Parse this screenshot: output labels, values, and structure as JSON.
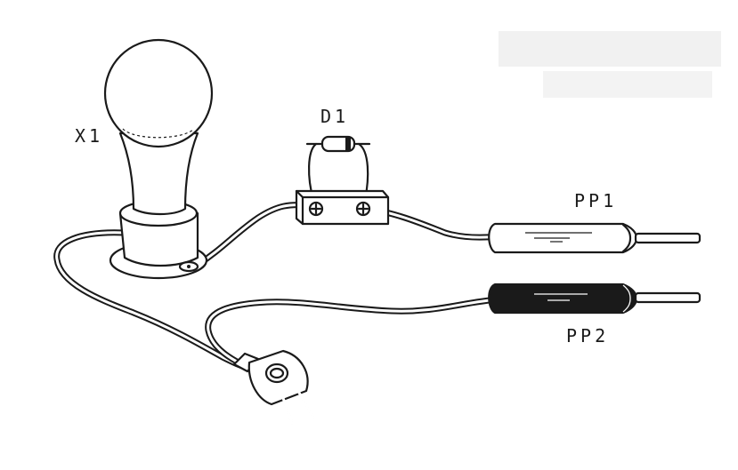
{
  "diagram": {
    "labels": {
      "lamp": "X1",
      "diode": "D1",
      "probe1": "PP1",
      "probe2": "PP2"
    }
  }
}
